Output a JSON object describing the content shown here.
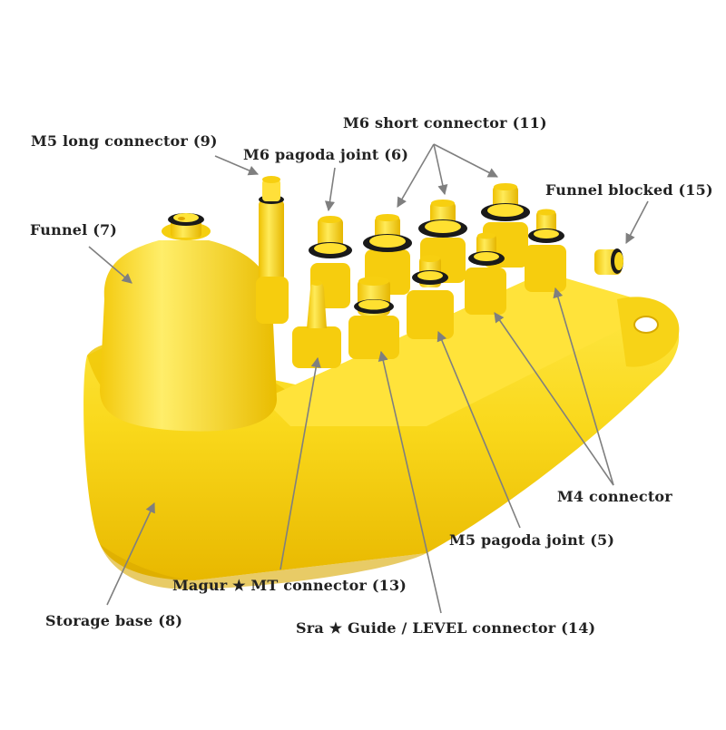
{
  "labels": {
    "m6_short_connector": "M6 short connector (11)",
    "m5_long_connector": "M5 long connector (9)",
    "m6_pagoda_joint": "M6 pagoda joint (6)",
    "funnel_blocked": "Funnel blocked (15)",
    "funnel": "Funnel (7)",
    "m4_connector": "M4 connector",
    "m5_pagoda_joint": "M5 pagoda joint (5)",
    "magur_mt_connector": "Magur ★ MT connector (13)",
    "storage_base": "Storage base (8)",
    "sra_guide_level_connector": "Sra ★ Guide / LEVEL connector (14)"
  },
  "colors": {
    "plastic": "#F9D81B",
    "plastic_shadow": "#E8B800",
    "plastic_highlight": "#FFF07A",
    "oring": "#1A1A1A",
    "leader": "#7F7F7F",
    "text": "#222222",
    "background": "#FFFFFF"
  }
}
